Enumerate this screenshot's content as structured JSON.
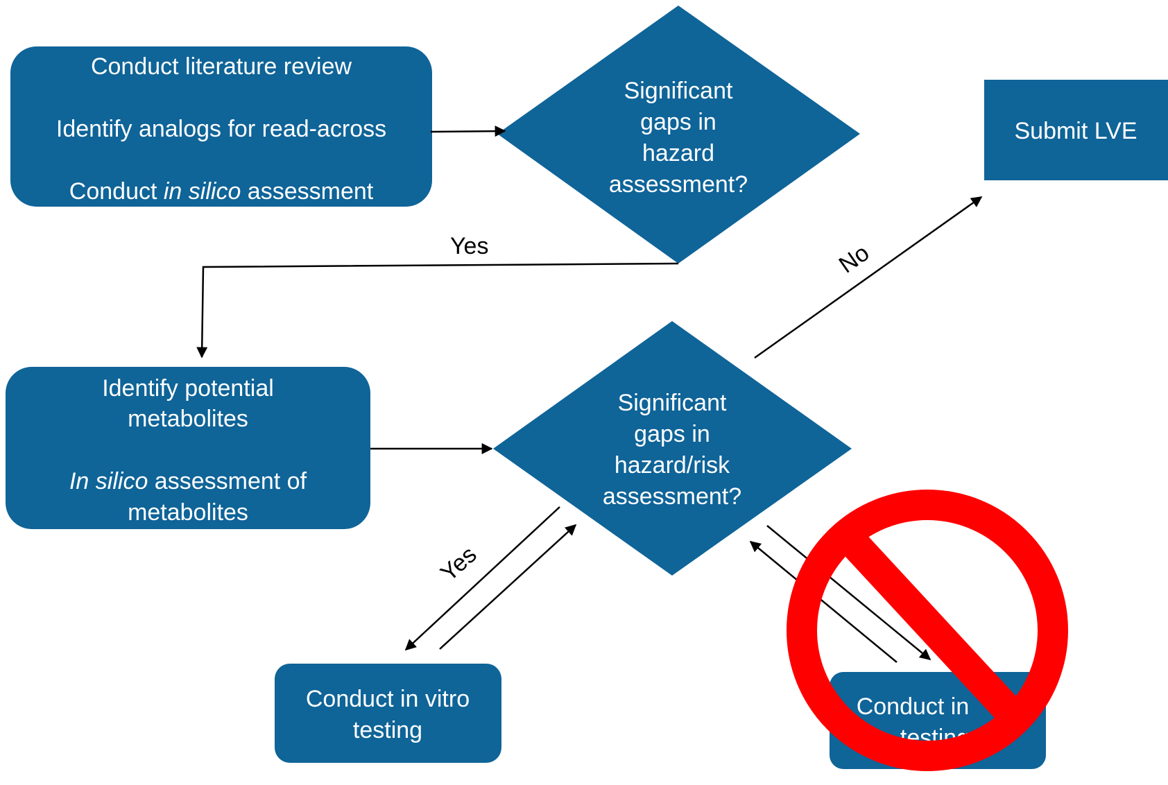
{
  "nodes": {
    "literature": {
      "line1": "Conduct literature review",
      "line2": "Identify analogs for read-across",
      "line3_pre": "Conduct ",
      "line3_em": "in silico",
      "line3_post": " assessment"
    },
    "decision1": {
      "lines": [
        "Significant",
        "gaps in",
        "hazard",
        "assessment?"
      ]
    },
    "submit": {
      "label": "Submit LVE"
    },
    "metabolites": {
      "line1": "Identify potential",
      "line2": "metabolites",
      "line3_em": "In silico",
      "line3_post": " assessment of",
      "line4": "metabolites"
    },
    "decision2": {
      "lines": [
        "Significant",
        "gaps in",
        "hazard/risk",
        "assessment?"
      ]
    },
    "invitro": {
      "lines": [
        "Conduct in vitro",
        "testing"
      ]
    },
    "invivo": {
      "lines": [
        "Conduct in",
        "testing"
      ]
    }
  },
  "edges": {
    "yes1": "Yes",
    "no": "No",
    "yes2": "Yes"
  },
  "colors": {
    "node_fill": "#0f6498",
    "prohibit_red": "#ff0000",
    "line": "#000000"
  },
  "icons": {
    "prohibition": "prohibition-icon"
  }
}
